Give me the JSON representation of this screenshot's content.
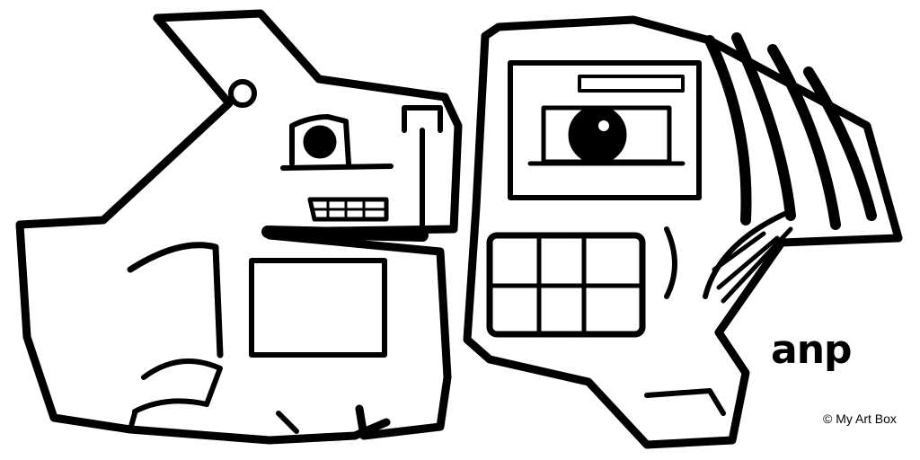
{
  "artwork": {
    "style": "black-and-white line illustration",
    "subjects": [
      {
        "name": "left-creature",
        "description": "boxy dog-like creature with one eye, teeth and a square belly"
      },
      {
        "name": "right-creature",
        "description": "boxy face with camera-like eye, grid mouth and striped hair"
      }
    ],
    "colors": {
      "ink": "#000000",
      "paper": "#ffffff"
    }
  },
  "signature": {
    "text": "anp"
  },
  "credit": {
    "text": "© My Art Box"
  }
}
